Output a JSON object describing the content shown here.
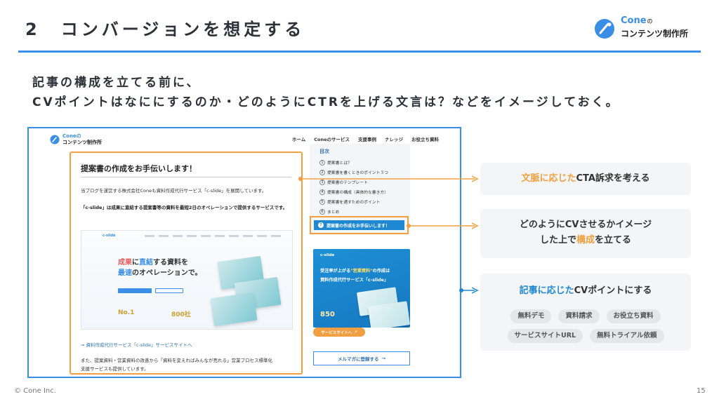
{
  "slide": {
    "title": "2　コンバージョンを想定する",
    "page_number": "15",
    "copyright": "© Cone Inc."
  },
  "logo": {
    "name": "Cone",
    "suffix": "の",
    "subtitle": "コンテンツ制作所",
    "color": "#3a8ee6"
  },
  "lead": {
    "line1": "記事の構成を立てる前に、",
    "line2": "CVポイントはなににするのか・どのようにCTRを上げる文言は？などをイメージしておく。"
  },
  "mockup": {
    "site_logo_name": "Coneの",
    "site_logo_sub": "コンテンツ制作所",
    "nav": [
      "ホーム",
      "Coneのサービス",
      "支援事例",
      "ナレッジ",
      "お役立ち資料"
    ],
    "article": {
      "title": "提案書の作成をお手伝いします！",
      "p1": "当ブログを運営する株式会社Coneも資料作成代行サービス「c-slide」を展開しています。",
      "p2": "「c-slide」は成果に直結する提案書等の資料を最短2日のオペレーションで提供するサービスです。",
      "screenshot": {
        "logo": "c-slide",
        "headline_a": "成果",
        "headline_b": "に",
        "headline_c": "直結",
        "headline_d": "する資料を",
        "headline2_a": "最速",
        "headline2_b": "のオペレーションで。",
        "badge1": "No.1",
        "badge2": "800社"
      },
      "link": "⇒ 資料作成代行サービス「c-slide」サービスサイトへ",
      "p3_line1": "また、提案資料・営業資料の改善から「資料を変えればみんなが売れる」営業プロセス標準化",
      "p3_line2": "支援サービスも提供しています。"
    },
    "toc": {
      "title": "目次",
      "items": [
        {
          "num": "1",
          "label": "提案書とは？"
        },
        {
          "num": "2",
          "label": "提案書を書くときのポイント３つ"
        },
        {
          "num": "3",
          "label": "提案書のテンプレート"
        },
        {
          "num": "4",
          "label": "提案書の構成（具体的な書き方）"
        },
        {
          "num": "5",
          "label": "提案書を通すためのポイント"
        },
        {
          "num": "6",
          "label": "まとめ"
        }
      ],
      "cta_icon": "?",
      "cta_label": "提案書の作成をお手伝いします！"
    },
    "ad": {
      "logo": "c-slide",
      "line1_a": "受注率が上がる",
      "line1_b": "\"営業資料\"",
      "line1_c": "の作成は",
      "line2": "資料作成代行サービス「c-slide」",
      "badge": "850",
      "button": "サービスサイトへ",
      "button_icon": "↗"
    },
    "mail_button": "メルマガに登録する",
    "mail_arrow": "→"
  },
  "callouts": {
    "c1": {
      "highlight": "文脈に応じた",
      "rest": "CTA訴求を考える"
    },
    "c2": {
      "line1": "どのようにCVさせるかイメージ",
      "line2_a": "した上で",
      "line2_b": "構成",
      "line2_c": "を立てる"
    },
    "c3": {
      "highlight": "記事に応じた",
      "rest": "CVポイントにする",
      "pills_row1": [
        "無料デモ",
        "資料請求",
        "お役立ち資料"
      ],
      "pills_row2": [
        "サービスサイトURL",
        "無料トライアル依頼"
      ]
    }
  },
  "colors": {
    "accent_blue": "#3a8ee6",
    "accent_orange": "#f0a040",
    "cta_blue": "#1e88d2"
  }
}
